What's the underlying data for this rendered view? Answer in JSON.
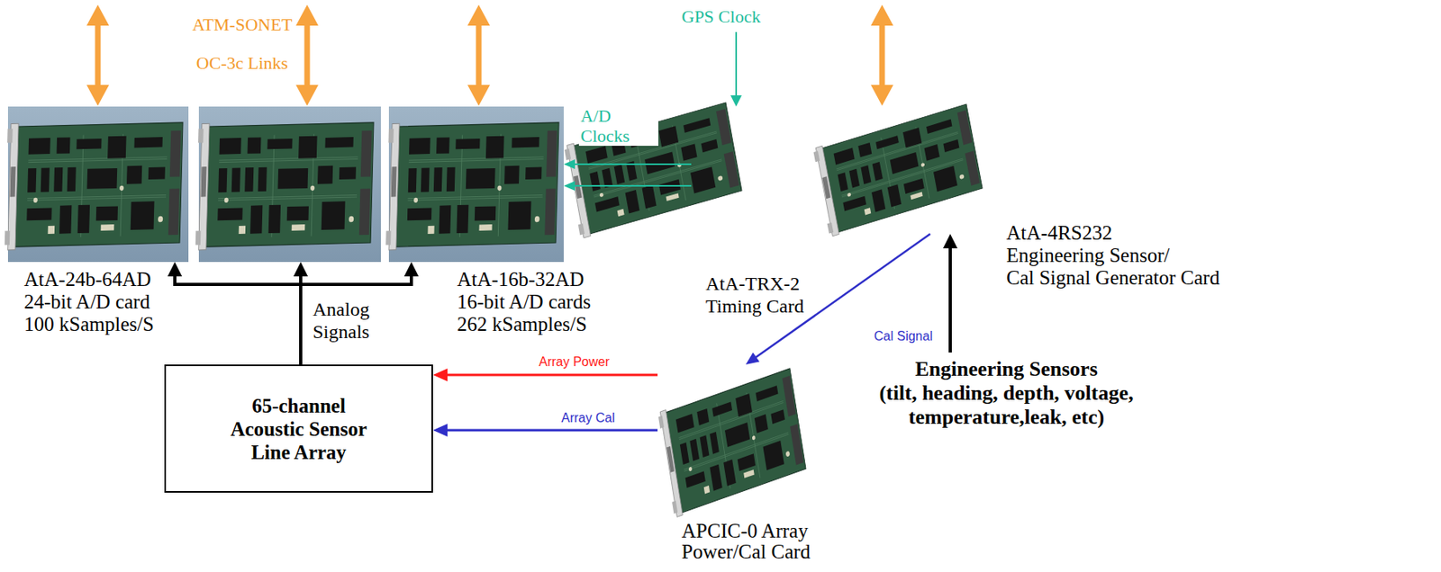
{
  "diagram": {
    "nodes": [
      {
        "text": [
          "AtA-24b-64AD",
          "24-bit A/D card",
          "100 kSamples/S"
        ]
      },
      {
        "text": []
      },
      {
        "text": [
          "AtA-16b-32AD",
          "16-bit A/D cards",
          "262 kSamples/S"
        ]
      },
      {
        "text": [
          "AtA-TRX-2",
          "Timing Card"
        ]
      },
      {
        "text": [
          "AtA-4RS232",
          "Engineering Sensor/",
          "Cal Signal Generator Card"
        ]
      },
      {
        "text": [
          "65-channel Acoustic Sensor Line Array"
        ]
      },
      {
        "text": [
          "APCIC-0 Array Power/Cal Card"
        ]
      },
      {
        "text": [
          "Engineering Sensors",
          "(tilt, heading, depth, voltage, temperature,leak, etc)"
        ]
      }
    ],
    "edges": [
      {
        "from": 5,
        "to": 0,
        "arrow": "to"
      },
      {
        "from": 5,
        "to": 1,
        "arrow": "to",
        "label": "Analog Signals"
      },
      {
        "from": 5,
        "to": 2,
        "arrow": "to"
      },
      {
        "from": 3,
        "to": 2,
        "arrow": "to",
        "label": "A/D Clocks"
      },
      {
        "from": 3,
        "to": 2,
        "arrow": "to"
      },
      {
        "from": 4,
        "to": 6,
        "arrow": "to",
        "label": "Cal Signal"
      },
      {
        "from": 6,
        "to": 5,
        "arrow": "to",
        "label": "Array Power"
      },
      {
        "from": 6,
        "to": 5,
        "arrow": "to",
        "label": "Array Cal"
      },
      {
        "from": 7,
        "to": 4,
        "arrow": "to"
      }
    ],
    "labels": [
      "ATM-SONET OC-3c Links",
      "GPS Clock"
    ]
  }
}
